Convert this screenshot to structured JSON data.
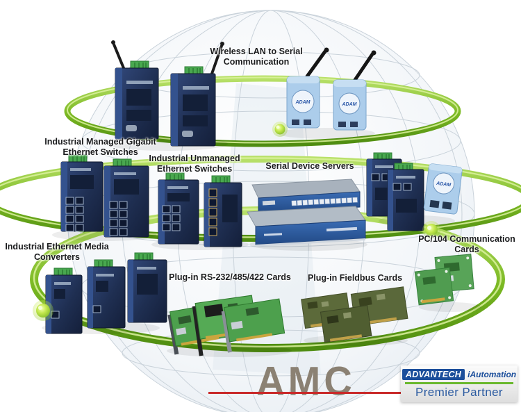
{
  "scene": {
    "labels": [
      {
        "id": "wireless-lan-to-serial",
        "text": "Wireless LAN to Serial Communication"
      },
      {
        "id": "managed-switches",
        "text": "Industrial Managed Gigabit Ethernet Switches"
      },
      {
        "id": "unmanaged-switches",
        "text": "Industrial Unmanaged Ethernet Switches"
      },
      {
        "id": "serial-device-servers",
        "text": "Serial Device Servers"
      },
      {
        "id": "media-converters",
        "text": "Industrial Ethernet Media Converters"
      },
      {
        "id": "rs232-cards",
        "text": "Plug-in RS-232/485/422 Cards"
      },
      {
        "id": "fieldbus-cards",
        "text": "Plug-in Fieldbus Cards"
      },
      {
        "id": "pc104-cards",
        "text": "PC/104 Communication Cards"
      }
    ],
    "device_text": {
      "adam_module": "ADAM"
    },
    "watermark": {
      "text": "AMC",
      "letter_color": "#8b8173",
      "line_color": "#c92a2a"
    },
    "partner": {
      "brand": "ADVANTECH",
      "product": "iAutomation",
      "tagline": "Premier Partner",
      "brand_bg": "#1b4e9b",
      "accent_green": "#6ab82e",
      "text_blue": "#2a5aa0"
    },
    "colors": {
      "ring_green": "#7ab822",
      "device_navy": "#22335a",
      "terminal_green": "#49a84f",
      "adam_blue": "#accdeb",
      "server_front_blue": "#2c5ba6",
      "pcb_green": "#4da04d",
      "pcb_olive": "#5c6a3a",
      "globe_line": "#c9d2da"
    }
  }
}
